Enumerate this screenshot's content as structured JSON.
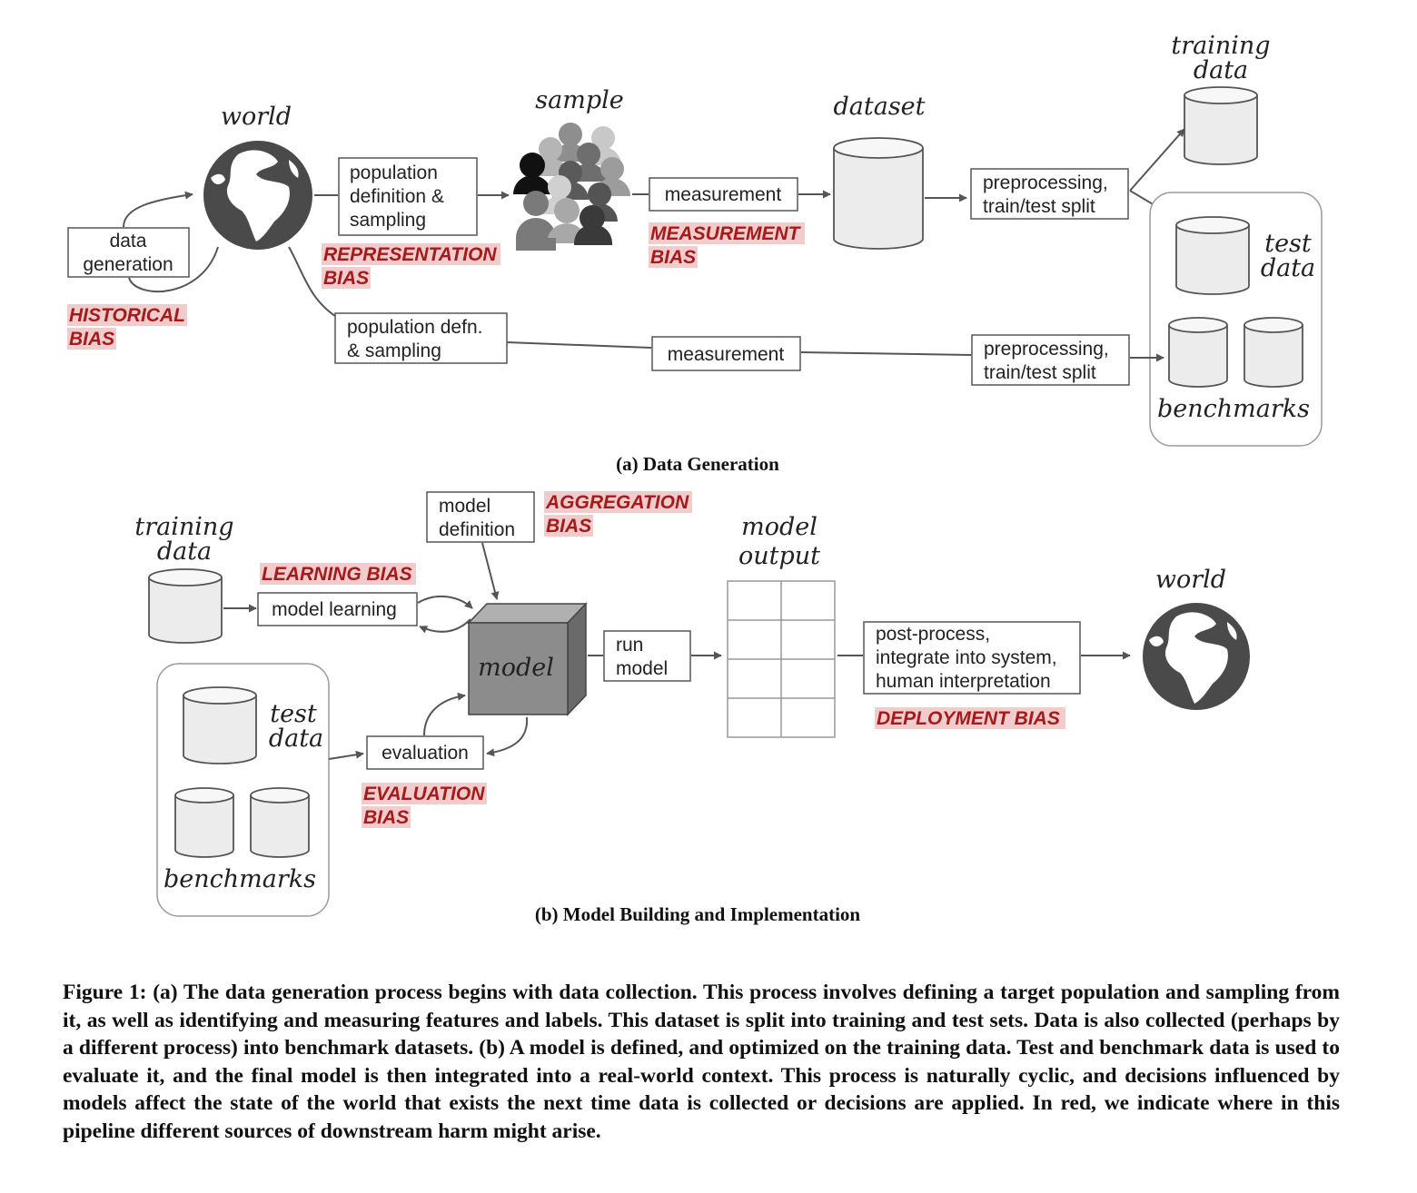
{
  "panel_a": {
    "caption": "(a) Data Generation",
    "world_title": "world",
    "sample_title": "sample",
    "dataset_title": "dataset",
    "training_data_title": [
      "training",
      "data"
    ],
    "test_data_title": [
      "test",
      "data"
    ],
    "benchmarks_title": "benchmarks",
    "data_generation_box": [
      "data",
      "generation"
    ],
    "population_sampling_box": [
      "population",
      "definition &",
      "sampling"
    ],
    "measurement_box": "measurement",
    "preprocessing_box": [
      "preprocessing,",
      "train/test split"
    ],
    "population_defn_box": [
      "population defn.",
      "& sampling"
    ],
    "measurement_box_2": "measurement",
    "preprocessing_box_2": [
      "preprocessing,",
      "train/test split"
    ],
    "historical_bias": [
      "HISTORICAL",
      "BIAS"
    ],
    "representation_bias": [
      "REPRESENTATION",
      "BIAS"
    ],
    "measurement_bias": [
      "MEASUREMENT",
      "BIAS"
    ]
  },
  "panel_b": {
    "caption": "(b) Model Building and Implementation",
    "training_data_title": [
      "training",
      "data"
    ],
    "test_data_title": [
      "test",
      "data"
    ],
    "benchmarks_title": "benchmarks",
    "model_definition_box": [
      "model",
      "definition"
    ],
    "model_learning_box": "model learning",
    "model_cube_label": "model",
    "run_model_box": [
      "run",
      "model"
    ],
    "model_output_title": [
      "model",
      "output"
    ],
    "postprocess_box": [
      "post-process,",
      "integrate into system,",
      "human interpretation"
    ],
    "world_title": "world",
    "evaluation_box": "evaluation",
    "aggregation_bias": [
      "AGGREGATION",
      "BIAS"
    ],
    "learning_bias": "LEARNING BIAS",
    "evaluation_bias": [
      "EVALUATION",
      "BIAS"
    ],
    "deployment_bias": "DEPLOYMENT BIAS"
  },
  "figure_caption": "Figure 1: (a) The data generation process begins with data collection. This process involves defining a target population and sampling from it, as well as identifying and measuring features and labels. This dataset is split into training and test sets. Data is also collected (perhaps by a different process) into benchmark datasets. (b) A model is defined, and optimized on the training data. Test and benchmark data is used to evaluate it, and the final model is then integrated into a real-world context. This process is naturally cyclic, and decisions influenced by models affect the state of the world that exists the next time data is collected or decisions are applied. In red, we indicate where in this pipeline different sources of downstream harm might arise.",
  "colors": {
    "bias_text": "#a31b1b",
    "bias_highlight": "#f2cccc",
    "globe": "#4a4a4a",
    "cube": "#8c8c8c"
  }
}
